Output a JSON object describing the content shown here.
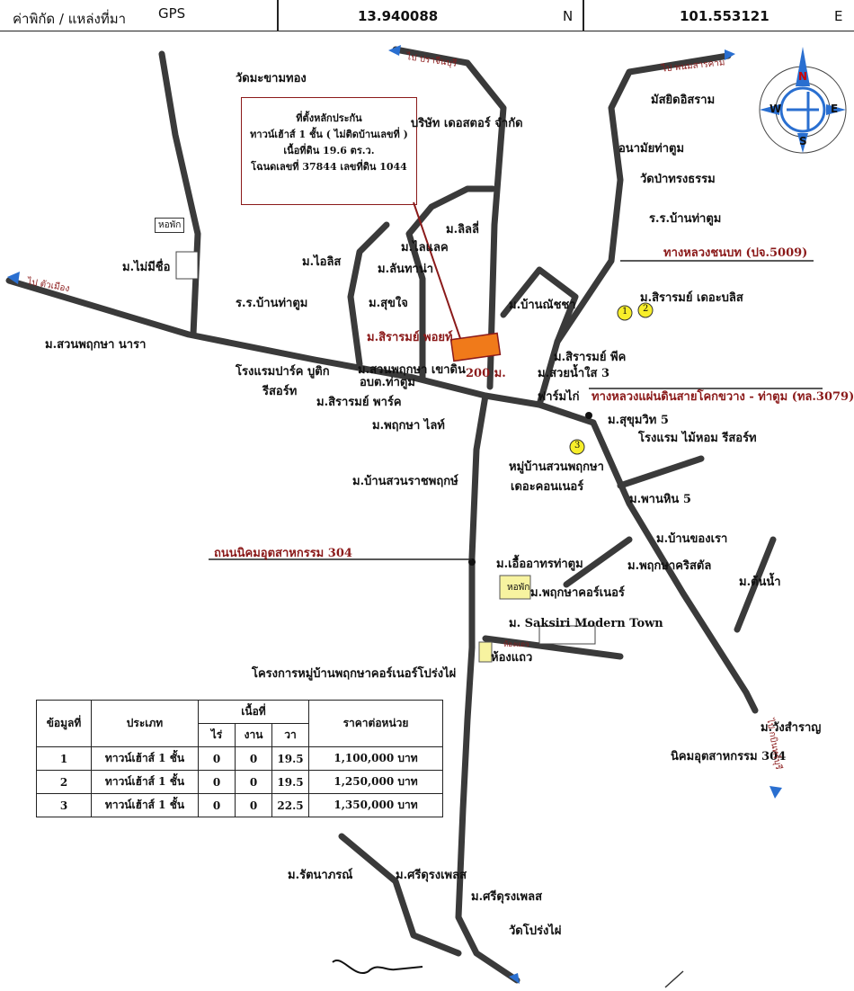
{
  "header": {
    "label": "ค่าพิกัด / แหล่งที่มา",
    "source": "GPS",
    "lat": "13.940088",
    "lat_unit": "N",
    "lon": "101.553121",
    "lon_unit": "E"
  },
  "info_box": {
    "line1": "ที่ตั้งหลักประกัน",
    "line2": "ทาวน์เฮ้าส์ 1 ชั้น ( ไม่ติดบ้านเลขที่ )",
    "line3": "เนื้อที่ดิน 19.6 ตร.ว.",
    "line4": "โฉนดเลขที่ 37844 เลขที่ดิน 1044"
  },
  "places": {
    "wat_makham": "วัดมะขามทอง",
    "company": "บริษัท เดอสตอร์ จำกัด",
    "mosque": "มัสยิดอิสราม",
    "health": "อนามัยท่าตูม",
    "wat_pa": "วัดป่าทรงธรรม",
    "school_thatum": "ร.ร.บ้านท่าตูม",
    "rural_road": "ทางหลวงชนบท (ปจ.5009)",
    "m_lily": "ม.ลิลลี่",
    "m_lilac": "ม.ไลแลค",
    "m_ailis": "ม.ไอลิส",
    "m_lanthana": "ม.ลันทาน่า",
    "watch_tower1": "หอพัก",
    "m_maimichue": "ม.ไม่มีชื่อ",
    "m_sirarom_bliss": "ม.สิรารมย์ เดอะบลิส",
    "m_ban_nonchai": "ม.บ้านณัชชา",
    "m_sukjai": "ม.สุขใจ",
    "school2": "ร.ร.บ้านท่าตูม",
    "m_suan_nara": "ม.สวนพฤกษา นารา",
    "m_sirarom_point": "ม.สิรารมย์ พอยท์",
    "m_sirarom_peak": "ม.สิรารมย์ พีค",
    "m_suay_namsai": "ม.สวยน้ำใส 3",
    "hotel_park": "โรงแรมปาร์ค บูติก",
    "resort": "รีสอร์ท",
    "m_suan_khaodin": "ม.สวนพฤกษา เขาดิน",
    "obt": "อบต.ท่าตูม",
    "distance": "200 ม.",
    "chicken_farm": "ฟาร์มไก่",
    "highway": "ทางหลวงแผ่นดินสายโคกขวาง - ท่าตูม (ทล.3079)",
    "m_sirarom_park": "ม.สิรารมย์ พาร์ค",
    "m_pruksa_light": "ม.พฤกษา ไลท์",
    "m_sukhumvit": "ม.สุขุมวิท 5",
    "hotel_maihom": "โรงแรม ไม้หอม รีสอร์ท",
    "m_suan_corner1": "หมู่บ้านสวนพฤกษา",
    "m_suan_corner2": "เดอะคอนเนอร์",
    "m_ban_suanrat": "ม.บ้านสวนราชพฤกษ์",
    "m_phanhin": "ม.พานหิน 5",
    "road304": "ถนนนิคมอุตสาหกรรม 304",
    "m_ban_khongrao": "ม.บ้านของเรา",
    "m_uea_athon": "ม.เอื้ออาทรท่าตูม",
    "m_pruksa_crystal": "ม.พฤกษาคริสตัล",
    "m_tonnam": "ม.ต้นน้ำ",
    "watch_tower2": "หอพัก",
    "m_pruksa_corner": "ม.พฤกษาคอร์เนอร์",
    "m_saksiri": "ม. Saksiri Modern Town",
    "room_row_small": "ห้องแถว",
    "room_row": "ห้องแถว",
    "project_pongphai": "โครงการหมู่บ้านพฤกษาคอร์เนอร์โปร่งไผ่",
    "m_wangsamran": "ม.วังสำราญ",
    "industrial": "นิคมอุตสาหกรรม 304",
    "m_rattana": "ม.รัตนาภรณ์",
    "m_sri_dung1": "ม.ศรีดุรงเพลส",
    "m_sri_dung2": "ม.ศรีดุรงเพลส",
    "wat_pongphai": "วัดโปร่งไผ่",
    "to_prachin": "ไป ปราจีนบุรี",
    "to_phanom": "ไป พนมสารคาม",
    "to_kabin": "ไป ตัวเมือง",
    "to_304": "ไป กบินทร์บุรี",
    "num1": "1",
    "num2": "2",
    "num3": "3"
  },
  "compass": {
    "n": "N",
    "s": "S",
    "e": "E",
    "w": "W"
  },
  "price_table": {
    "headers": {
      "no": "ข้อมูลที่",
      "type": "ประเภท",
      "area": "เนื้อที่",
      "rai": "ไร่",
      "ngan": "งาน",
      "wa": "วา",
      "price": "ราคาต่อหน่วย"
    },
    "rows": [
      {
        "no": "1",
        "type": "ทาวน์เฮ้าส์ 1 ชั้น",
        "rai": "0",
        "ngan": "0",
        "wa": "19.5",
        "price": "1,100,000 บาท"
      },
      {
        "no": "2",
        "type": "ทาวน์เฮ้าส์ 1 ชั้น",
        "rai": "0",
        "ngan": "0",
        "wa": "19.5",
        "price": "1,250,000 บาท"
      },
      {
        "no": "3",
        "type": "ทาวน์เฮ้าส์ 1 ชั้น",
        "rai": "0",
        "ngan": "0",
        "wa": "22.5",
        "price": "1,350,000 บาท"
      }
    ]
  },
  "colors": {
    "road": "#3a3a3a",
    "accent_red": "#8b1a1a",
    "marker_yellow": "#f7ee2a",
    "plot": "#f07a1a",
    "arrow_blue": "#2a6fd0"
  }
}
